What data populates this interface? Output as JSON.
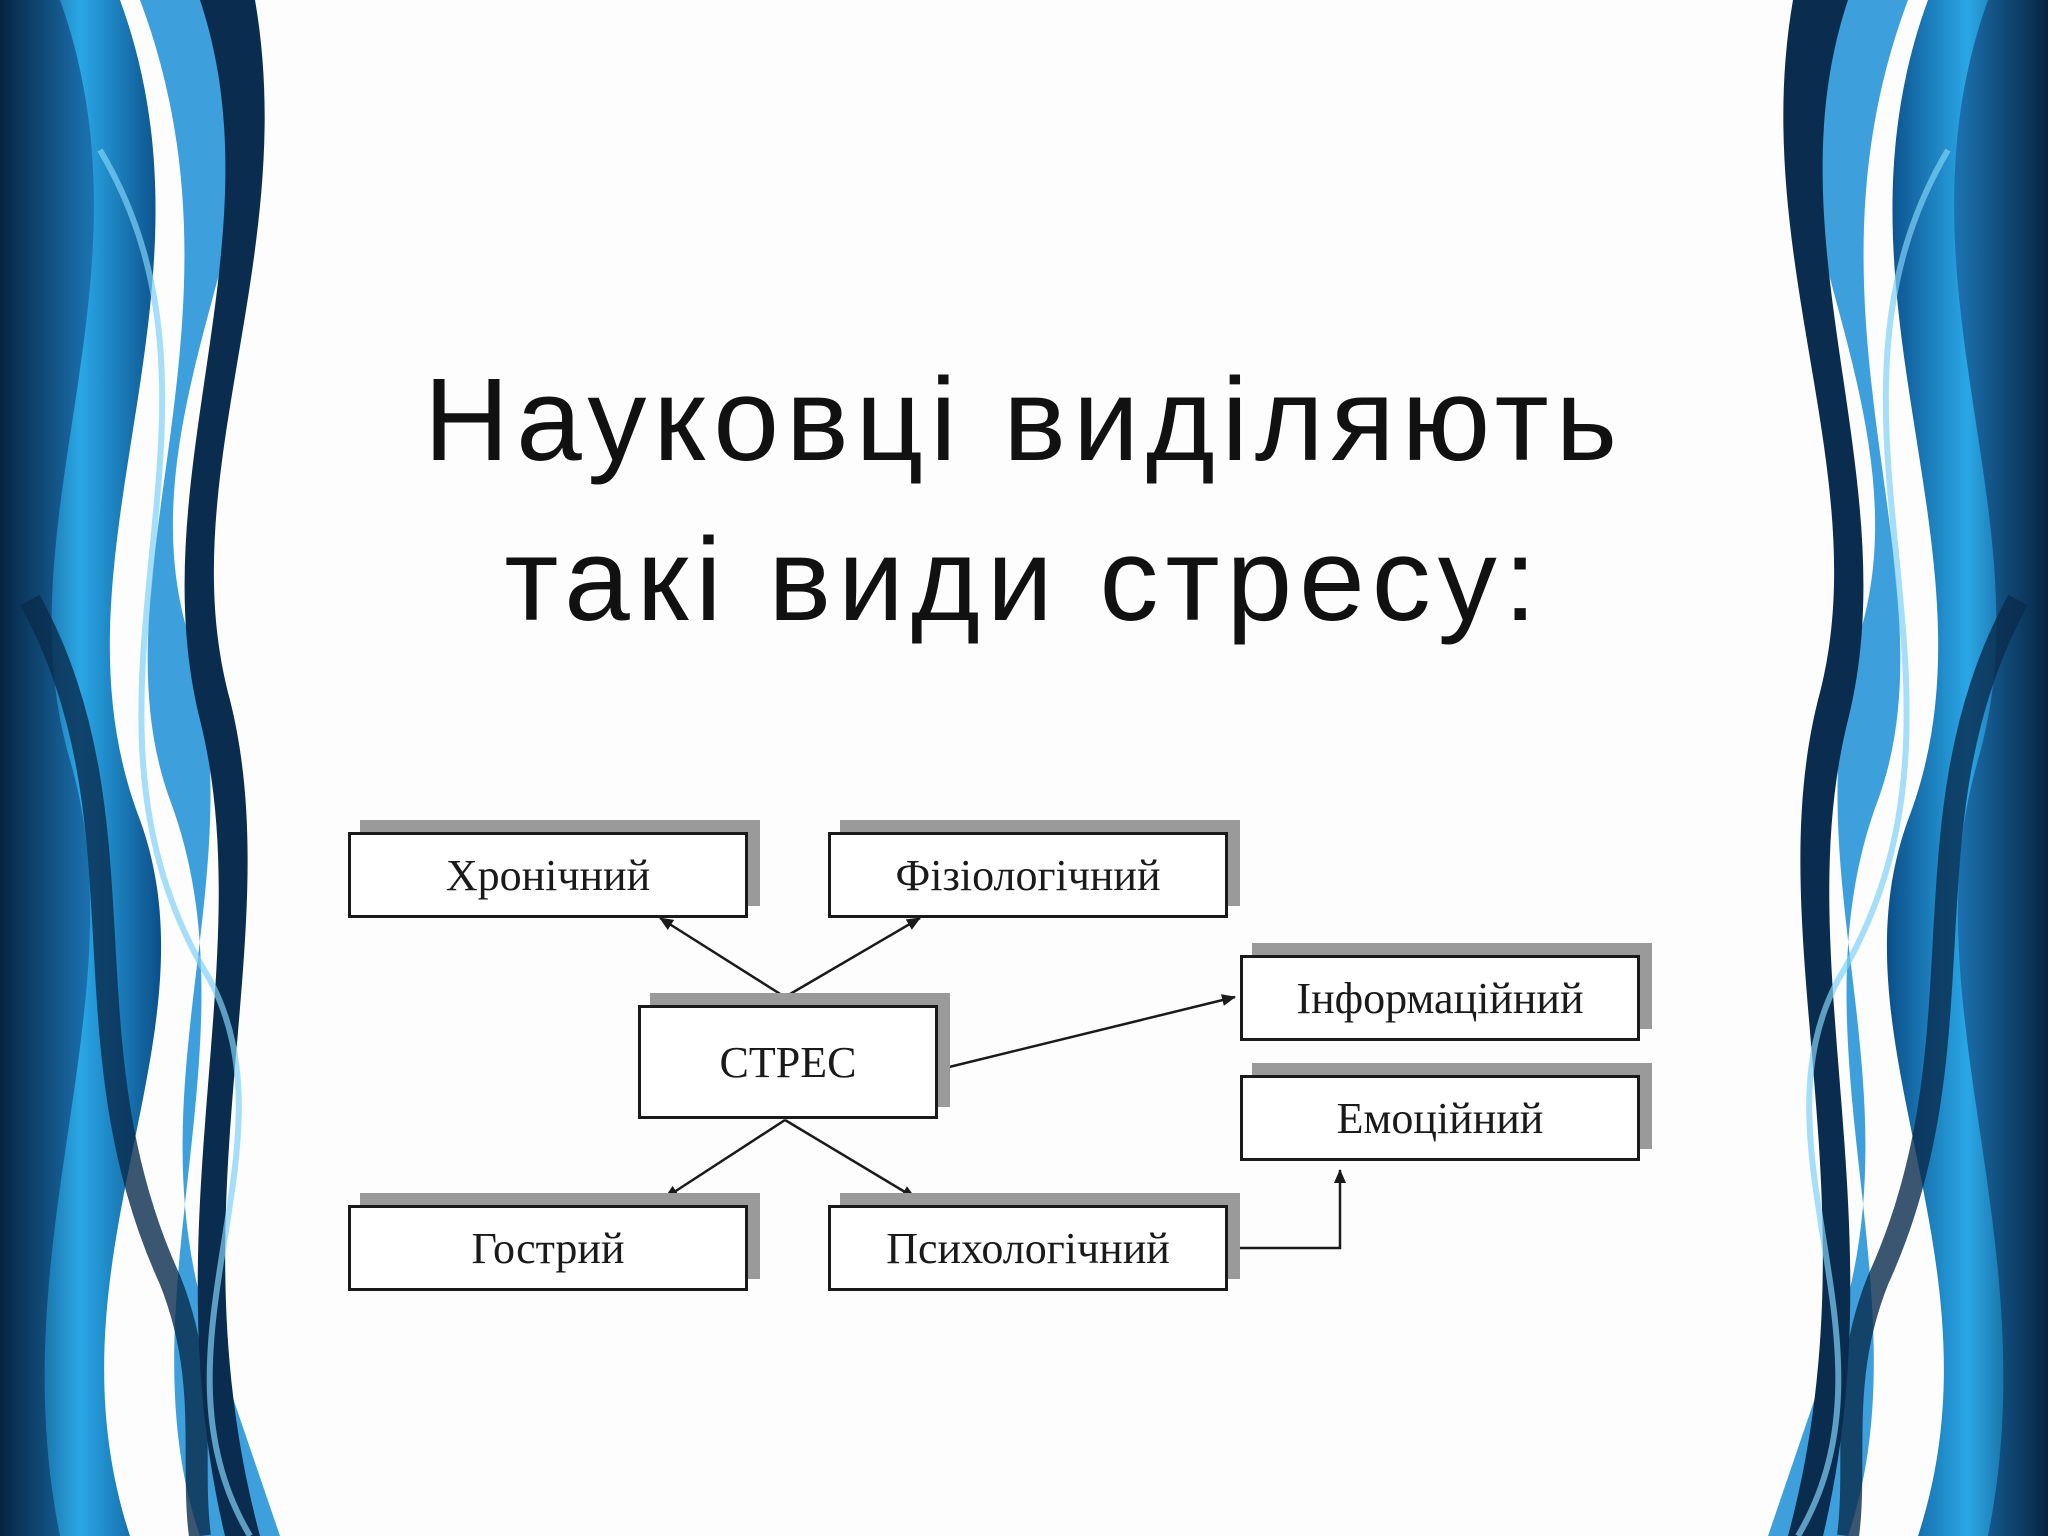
{
  "title": {
    "line1": "Науковці виділяють",
    "line2": "такі види стресу:"
  },
  "diagram": {
    "center": "СТРЕС",
    "nodes": {
      "chronic": "Хронічний",
      "physiological": "Фізіологічний",
      "informational": "Інформаційний",
      "emotional": "Емоційний",
      "acute": "Гострий",
      "psychological": "Психологічний"
    }
  },
  "colors": {
    "background": "#fdfdfe",
    "ribbon_light": "#2aa7e6",
    "ribbon_dark": "#0a2c4e",
    "ribbon_mid": "#0f6fb0",
    "node_border": "#1a1a1a",
    "node_shadow": "#9a9a9a"
  }
}
